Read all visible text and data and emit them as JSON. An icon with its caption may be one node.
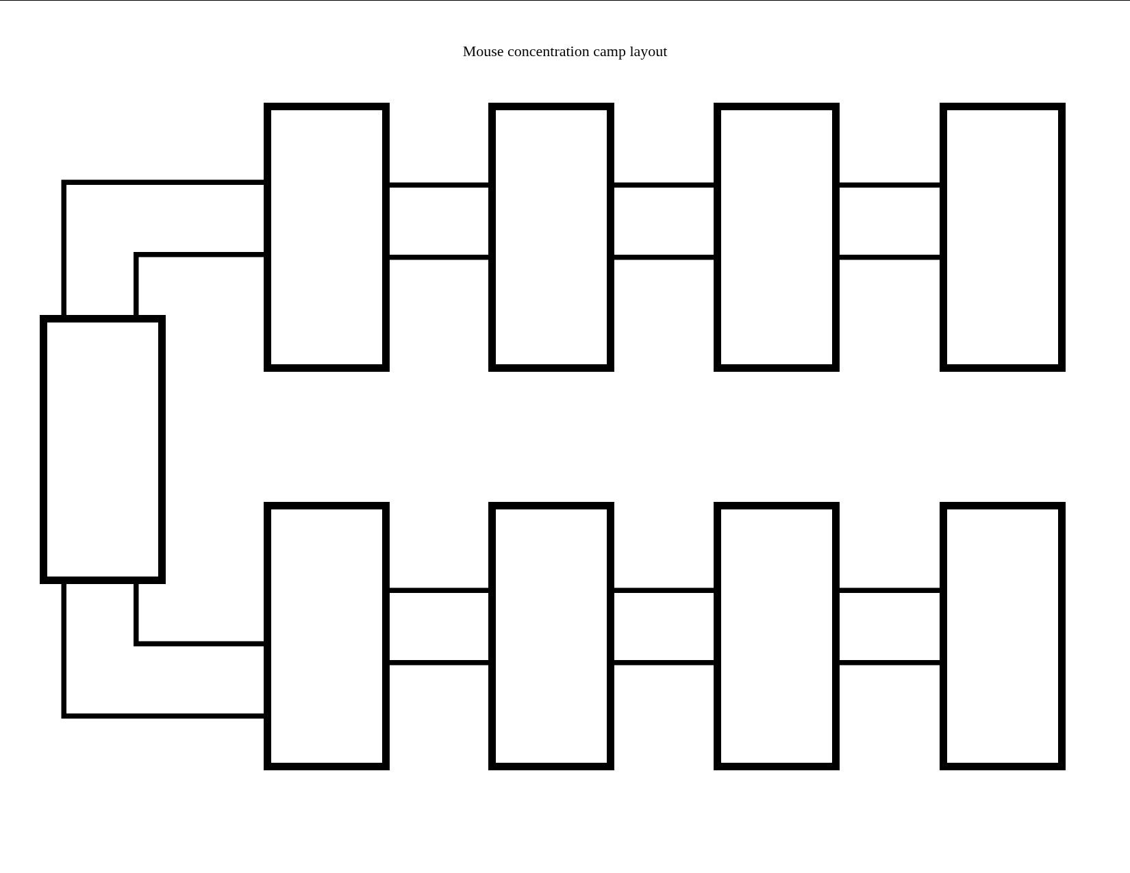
{
  "diagram": {
    "title": "Mouse concentration camp layout",
    "nodes": [
      {
        "text": [],
        "shape": "box"
      },
      {
        "text": [],
        "shape": "box"
      },
      {
        "text": [],
        "shape": "box"
      },
      {
        "text": [],
        "shape": "box"
      },
      {
        "text": [],
        "shape": "box"
      },
      {
        "text": [],
        "shape": "box"
      },
      {
        "text": [],
        "shape": "box"
      },
      {
        "text": [],
        "shape": "box"
      },
      {
        "text": [],
        "shape": "box"
      }
    ],
    "edges": [
      {
        "from": 4,
        "to": 0,
        "arrow": "none"
      },
      {
        "from": 4,
        "to": 5,
        "arrow": "none"
      },
      {
        "from": 0,
        "to": 1,
        "arrow": "none"
      },
      {
        "from": 1,
        "to": 2,
        "arrow": "none"
      },
      {
        "from": 2,
        "to": 3,
        "arrow": "none"
      },
      {
        "from": 5,
        "to": 6,
        "arrow": "none"
      },
      {
        "from": 6,
        "to": 7,
        "arrow": "none"
      },
      {
        "from": 7,
        "to": 8,
        "arrow": "none"
      }
    ]
  }
}
